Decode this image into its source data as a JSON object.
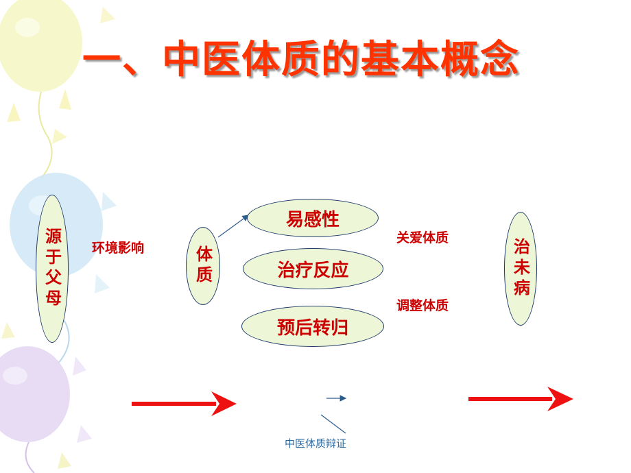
{
  "slide": {
    "title": "一、中医体质的基本概念",
    "footer": "中医体质辩证"
  },
  "nodes": {
    "origin": "源于父母",
    "constitution": "体质",
    "susceptibility": "易感性",
    "treatment_response": "治疗反应",
    "prognosis": "预后转归",
    "prevention": "治未病"
  },
  "labels": {
    "environment": "环境影响",
    "care": "关爱体质",
    "adjust": "调整体质"
  },
  "colors": {
    "title": "#ff3300",
    "node_text": "#cc0000",
    "arrow": "#ee1111",
    "ellipse_fill": "#eef6d8",
    "ellipse_border": "#1f3b6b"
  }
}
